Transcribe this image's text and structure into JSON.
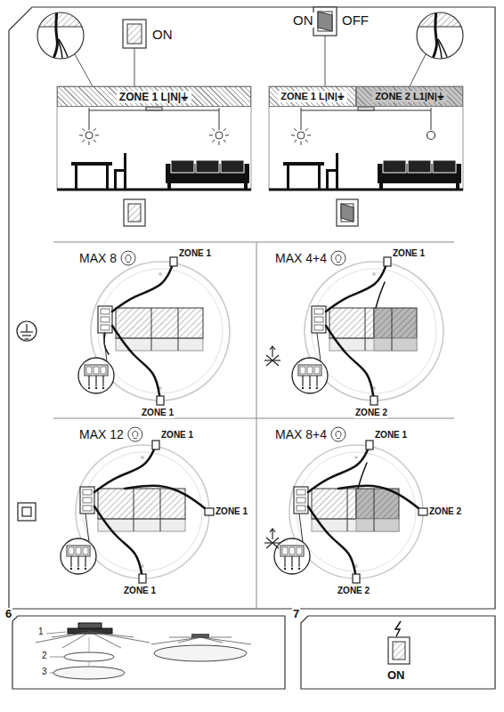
{
  "diagram": {
    "nodes": [
      {
        "text": [
          "ZONE 1 L|N|⏚"
        ]
      },
      {
        "text": [
          "ZONE 1 L|N|⏚"
        ]
      },
      {
        "text": [
          "ZONE 2 L1|N|⏚"
        ]
      }
    ],
    "labels": [
      "ON",
      "ON",
      "OFF",
      "MAX 8",
      "ZONE 1",
      "ZONE 1",
      "MAX 4+4",
      "ZONE 1",
      "ZONE 2",
      "MAX 12",
      "ZONE 1",
      "ZONE 1",
      "ZONE 1",
      "MAX 8+4",
      "ZONE 1",
      "ZONE 2",
      "ZONE 2",
      "6",
      "1",
      "2",
      "3",
      "7",
      "ON"
    ]
  }
}
